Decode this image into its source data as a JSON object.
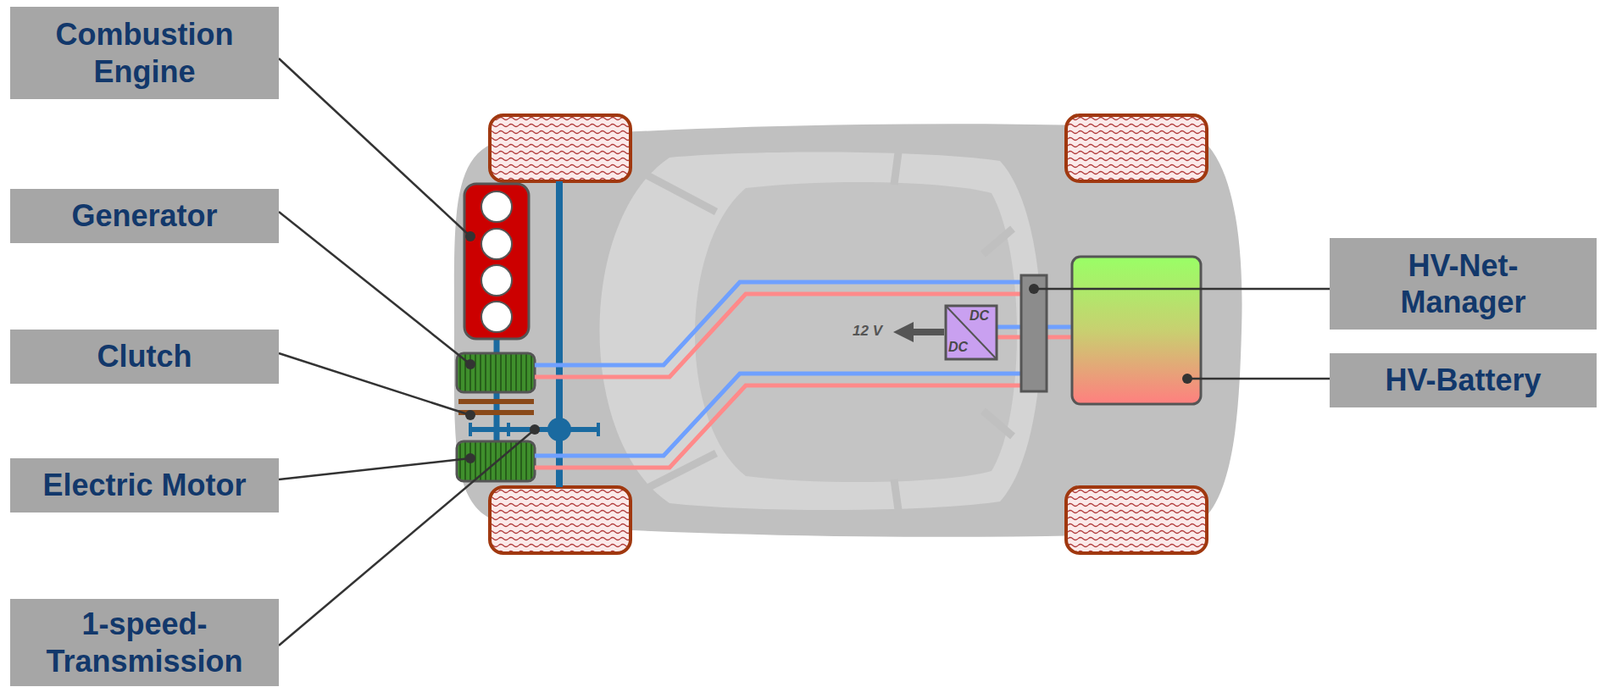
{
  "diagram": {
    "nodes": [
      {
        "text": [
          "Combustion Engine"
        ]
      },
      {
        "text": [
          "Generator"
        ]
      },
      {
        "text": [
          "Clutch"
        ]
      },
      {
        "text": [
          "Electric Motor"
        ]
      },
      {
        "text": [
          "1-speed- Transmission"
        ]
      },
      {
        "text": [
          "HV-Net- Manager"
        ]
      },
      {
        "text": [
          "HV-Battery"
        ]
      }
    ],
    "labels": [
      "12 V",
      "DC",
      "DC"
    ]
  }
}
